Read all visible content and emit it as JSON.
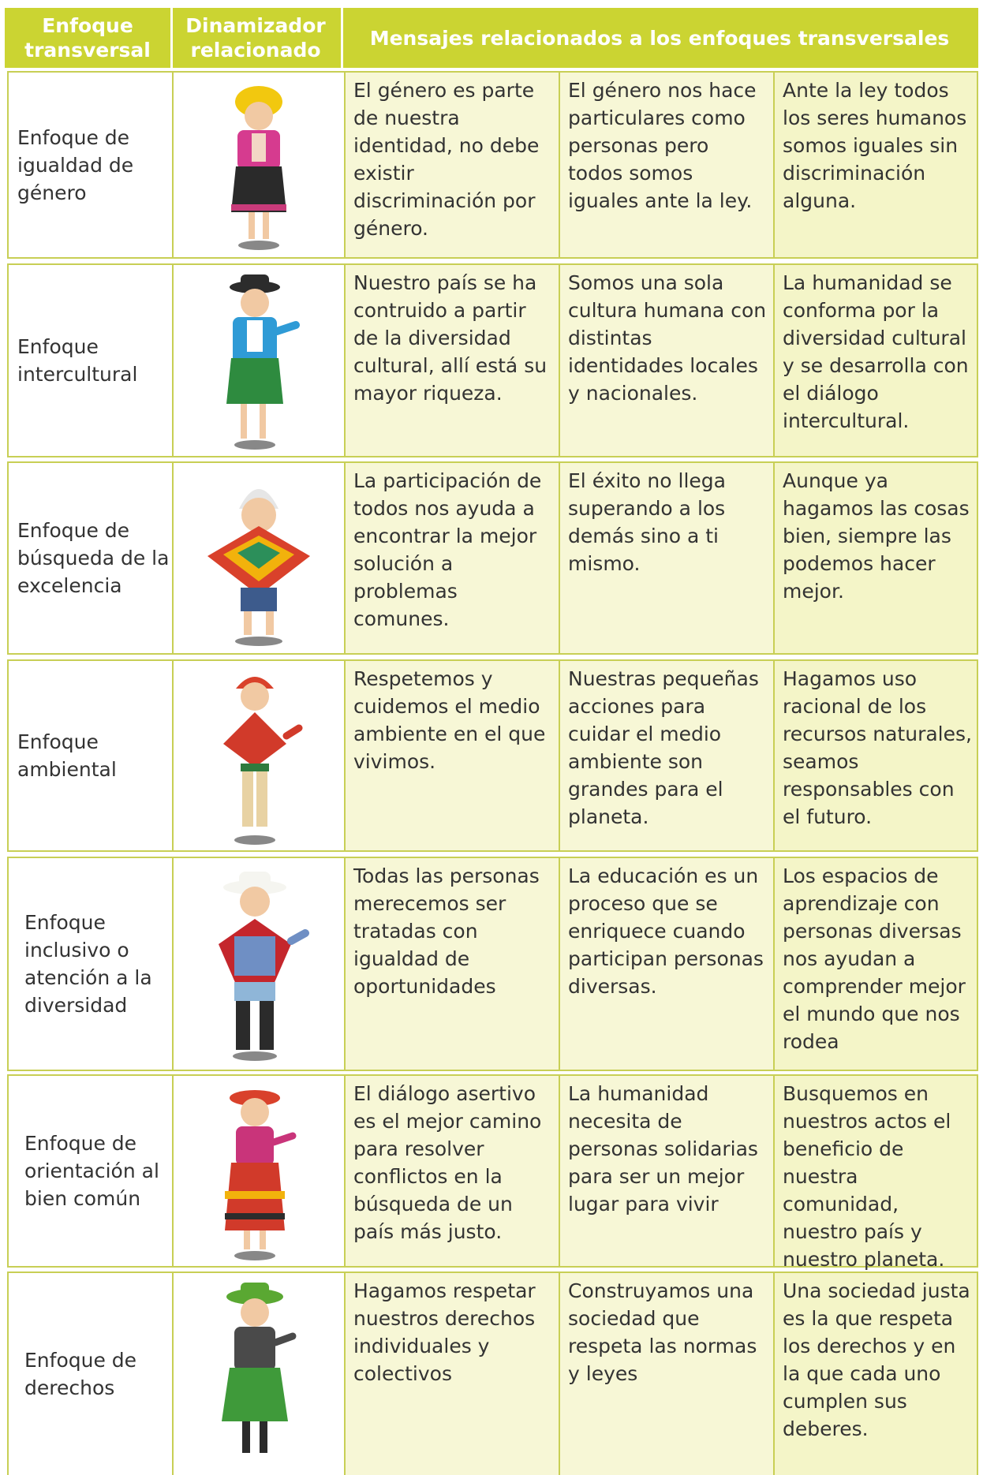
{
  "header": {
    "col1": "Enfoque transversal",
    "col2": "Dinamizador relacionado",
    "col3": "Mensajes relacionados a los enfoques transversales"
  },
  "colors": {
    "header_bg": "#cbd432",
    "header_text": "#ffffff",
    "cell_bg": "#f7f7d6",
    "border": "#c8cf55"
  },
  "rows": [
    {
      "name": "Enfoque de igualdad de género",
      "figure_icon": "girl-yellow-hat-pink-jacket",
      "messages": [
        "El género es parte de nuestra identidad, no debe existir discriminación por género.",
        "El género nos hace particulares como personas pero todos somos iguales ante la ley.",
        "Ante la ley todos los seres humanos somos iguales sin discriminación alguna."
      ]
    },
    {
      "name": "Enfoque intercultural",
      "figure_icon": "girl-black-hat-blue-jacket",
      "messages": [
        "Nuestro país se ha contruido a partir de la diversidad cultural, allí está su mayor riqueza.",
        "Somos una sola cultura humana con distintas identidades locales y nacionales.",
        "La humanidad se conforma por la diversidad cultural y se desarrolla con el diálogo intercultural."
      ]
    },
    {
      "name": "Enfoque de búsqueda de la excelencia",
      "figure_icon": "elder-chullo-poncho",
      "messages": [
        "La participación de todos nos ayuda a encontrar la mejor solución a problemas comunes.",
        "El éxito no llega superando a los demás sino a ti mismo.",
        "Aunque ya hagamos las cosas bien, siempre las podemos hacer mejor."
      ]
    },
    {
      "name": "Enfoque ambiental",
      "figure_icon": "boy-red-poncho",
      "messages": [
        "Respetemos y cuidemos el medio ambiente en el que vivimos.",
        "Nuestras pequeñas acciones para cuidar el medio ambiente son grandes para el planeta.",
        "Hagamos uso racional de los recursos naturales, seamos responsables con el futuro."
      ]
    },
    {
      "name": "Enfoque inclusivo o atención a la diversidad",
      "figure_icon": "boy-white-hat-red-scarf",
      "messages": [
        "Todas las personas merecemos ser tratadas con igualdad de oportunidades",
        "La educación es un proceso que se enriquece cuando participan personas diversas.",
        "Los espacios de aprendizaje con personas diversas nos ayudan a comprender mejor el mundo que nos rodea"
      ]
    },
    {
      "name": "Enfoque de orientación al bien común",
      "figure_icon": "girl-red-hat-striped-skirt",
      "messages": [
        "El diálogo asertivo es el mejor camino para resolver conflictos en la búsqueda de un país más justo.",
        "La humanidad necesita de personas solidarias para ser un mejor lugar para vivir",
        "Busquemos en nuestros actos el beneficio de nuestra comunidad, nuestro país y nuestro planeta."
      ]
    },
    {
      "name": "Enfoque de derechos",
      "figure_icon": "girl-green-hat-green-skirt",
      "messages": [
        "Hagamos respetar nuestros derechos individuales y colectivos",
        "Construyamos una sociedad que respeta las normas y leyes",
        "Una sociedad justa es la que respeta los derechos y en la que cada uno cumplen sus deberes."
      ]
    }
  ]
}
